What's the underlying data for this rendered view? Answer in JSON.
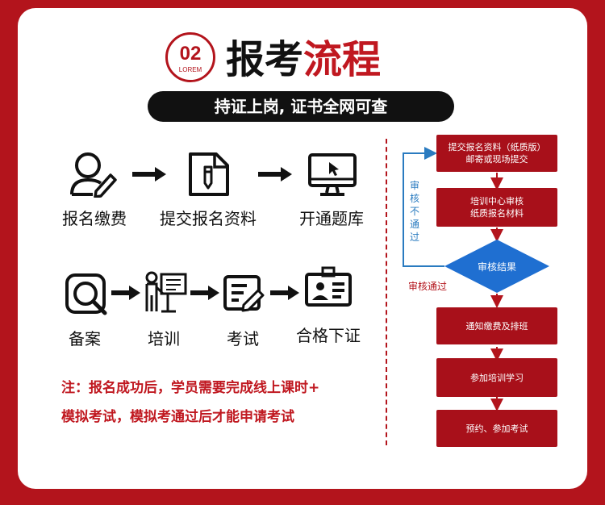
{
  "header": {
    "badge_number": "02",
    "badge_sub": "LOREM",
    "title_black": "报考",
    "title_red": "流程",
    "slogan": "持证上岗, 证书全网可查"
  },
  "steps_row1": [
    {
      "label": "报名缴费",
      "icon": "user-pen-icon"
    },
    {
      "label": "提交报名资料",
      "icon": "document-pen-icon"
    },
    {
      "label": "开通题库",
      "icon": "monitor-cursor-icon"
    }
  ],
  "steps_row2": [
    {
      "label": "备案",
      "icon": "magnifier-icon"
    },
    {
      "label": "培训",
      "icon": "teacher-board-icon"
    },
    {
      "label": "考试",
      "icon": "exam-pen-icon"
    },
    {
      "label": "合格下证",
      "icon": "id-card-icon"
    }
  ],
  "note": {
    "line1": "注：报名成功后，学员需要完成线上课时+",
    "line2": "模拟考试，模拟考通过后才能申请考试"
  },
  "flow": {
    "box1": "提交报名资料（纸质版）\n邮寄或现场提交",
    "box2": "培训中心审核\n纸质报名材料",
    "decision": "审核结果",
    "reject_label": "审核不通过",
    "pass_label": "审核通过",
    "box3": "通知缴费及排班",
    "box4": "参加培训学习",
    "box5": "预约、参加考试"
  },
  "colors": {
    "brand_red": "#b3141c",
    "flow_blue": "#1f6fd1",
    "reject_blue": "#2a7bc0"
  }
}
